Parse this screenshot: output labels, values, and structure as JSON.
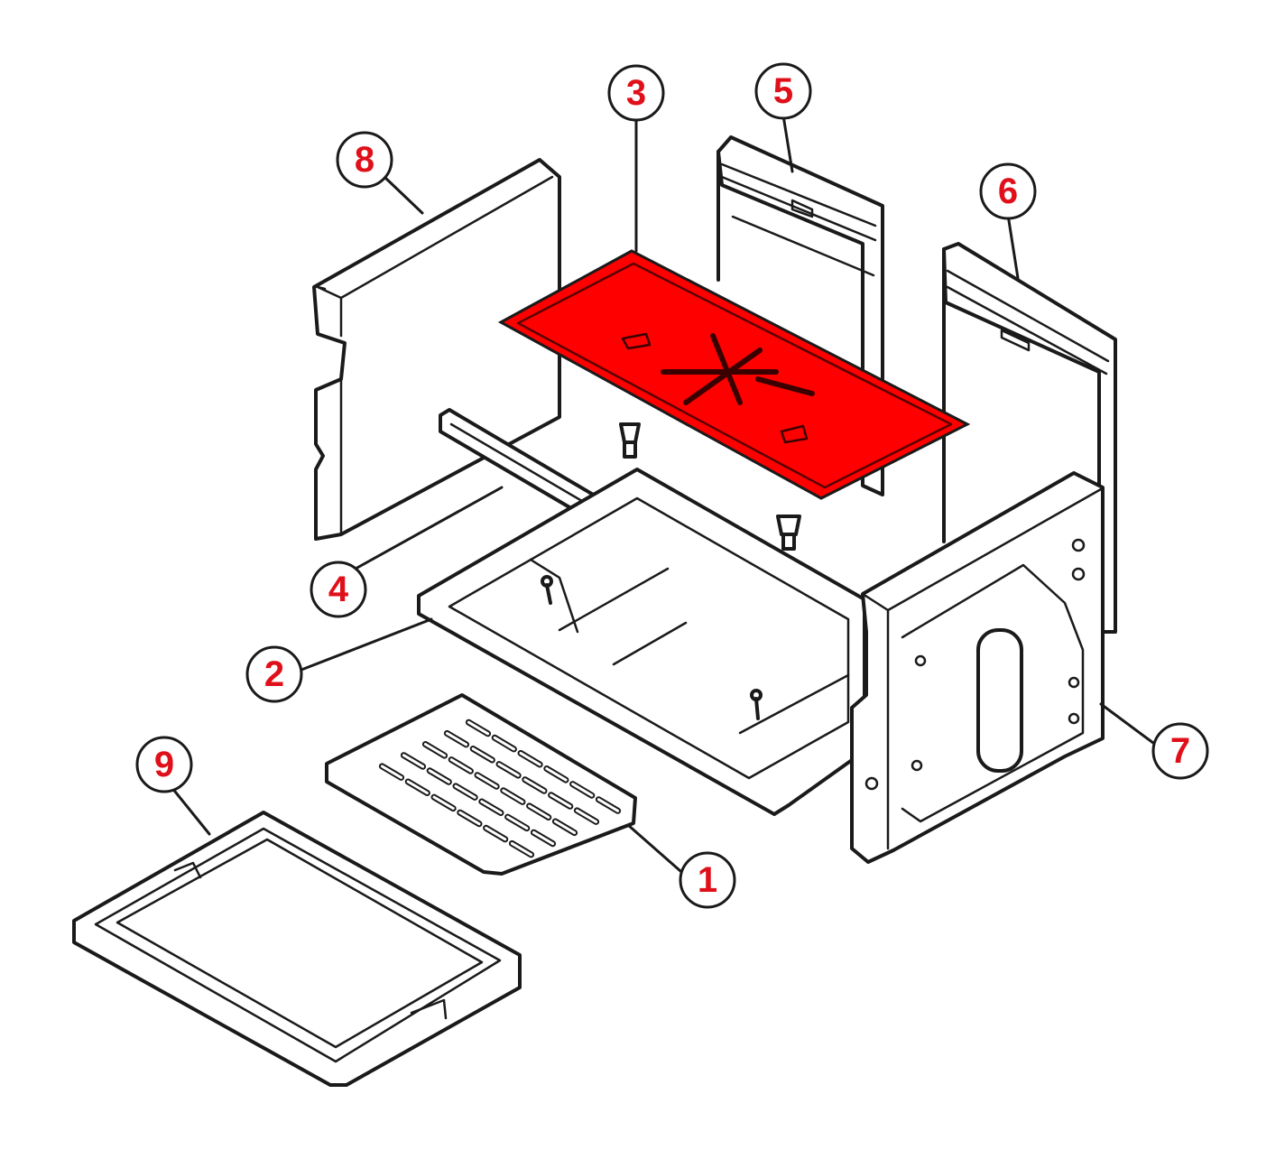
{
  "colors": {
    "highlight": "#ff0000",
    "callout_number": "#e0101a",
    "line": "#1a1a1a",
    "background": "#ffffff"
  },
  "highlighted_part": "3",
  "callouts": [
    {
      "id": "c1",
      "label": "1"
    },
    {
      "id": "c2",
      "label": "2"
    },
    {
      "id": "c3",
      "label": "3"
    },
    {
      "id": "c4",
      "label": "4"
    },
    {
      "id": "c5",
      "label": "5"
    },
    {
      "id": "c6",
      "label": "6"
    },
    {
      "id": "c7",
      "label": "7"
    },
    {
      "id": "c8",
      "label": "8"
    },
    {
      "id": "c9",
      "label": "9"
    }
  ]
}
